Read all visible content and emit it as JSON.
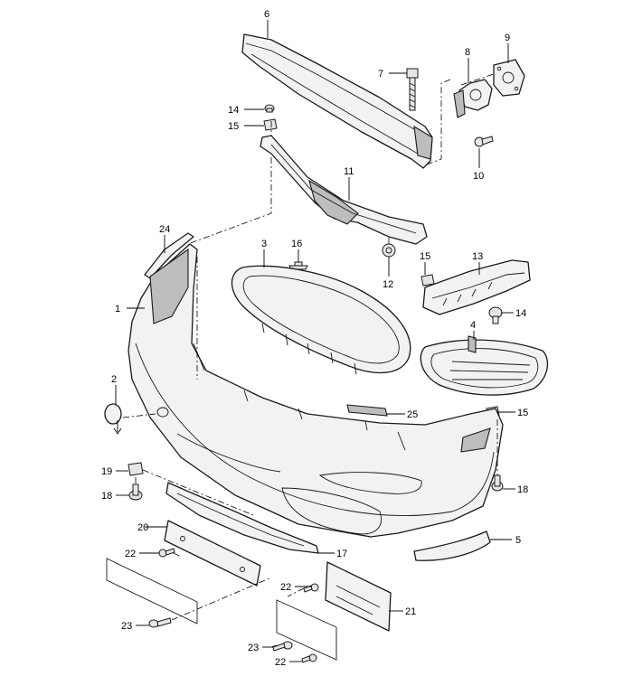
{
  "diagram": {
    "callouts": [
      {
        "id": "c6",
        "label": "6"
      },
      {
        "id": "c7",
        "label": "7"
      },
      {
        "id": "c8",
        "label": "8"
      },
      {
        "id": "c9",
        "label": "9"
      },
      {
        "id": "c14a",
        "label": "14"
      },
      {
        "id": "c15a",
        "label": "15"
      },
      {
        "id": "c10",
        "label": "10"
      },
      {
        "id": "c11",
        "label": "11"
      },
      {
        "id": "c24",
        "label": "24"
      },
      {
        "id": "c3",
        "label": "3"
      },
      {
        "id": "c16",
        "label": "16"
      },
      {
        "id": "c15b",
        "label": "15"
      },
      {
        "id": "c13",
        "label": "13"
      },
      {
        "id": "c12",
        "label": "12"
      },
      {
        "id": "c1",
        "label": "1"
      },
      {
        "id": "c14b",
        "label": "14"
      },
      {
        "id": "c4",
        "label": "4"
      },
      {
        "id": "c2",
        "label": "2"
      },
      {
        "id": "c25",
        "label": "25"
      },
      {
        "id": "c15c",
        "label": "15"
      },
      {
        "id": "c19",
        "label": "19"
      },
      {
        "id": "c18a",
        "label": "18"
      },
      {
        "id": "c18b",
        "label": "18"
      },
      {
        "id": "c20",
        "label": "20"
      },
      {
        "id": "c5",
        "label": "5"
      },
      {
        "id": "c22a",
        "label": "22"
      },
      {
        "id": "c17",
        "label": "17"
      },
      {
        "id": "c22b",
        "label": "22"
      },
      {
        "id": "c21",
        "label": "21"
      },
      {
        "id": "c23a",
        "label": "23"
      },
      {
        "id": "c23b",
        "label": "23"
      },
      {
        "id": "c22c",
        "label": "22"
      }
    ]
  }
}
